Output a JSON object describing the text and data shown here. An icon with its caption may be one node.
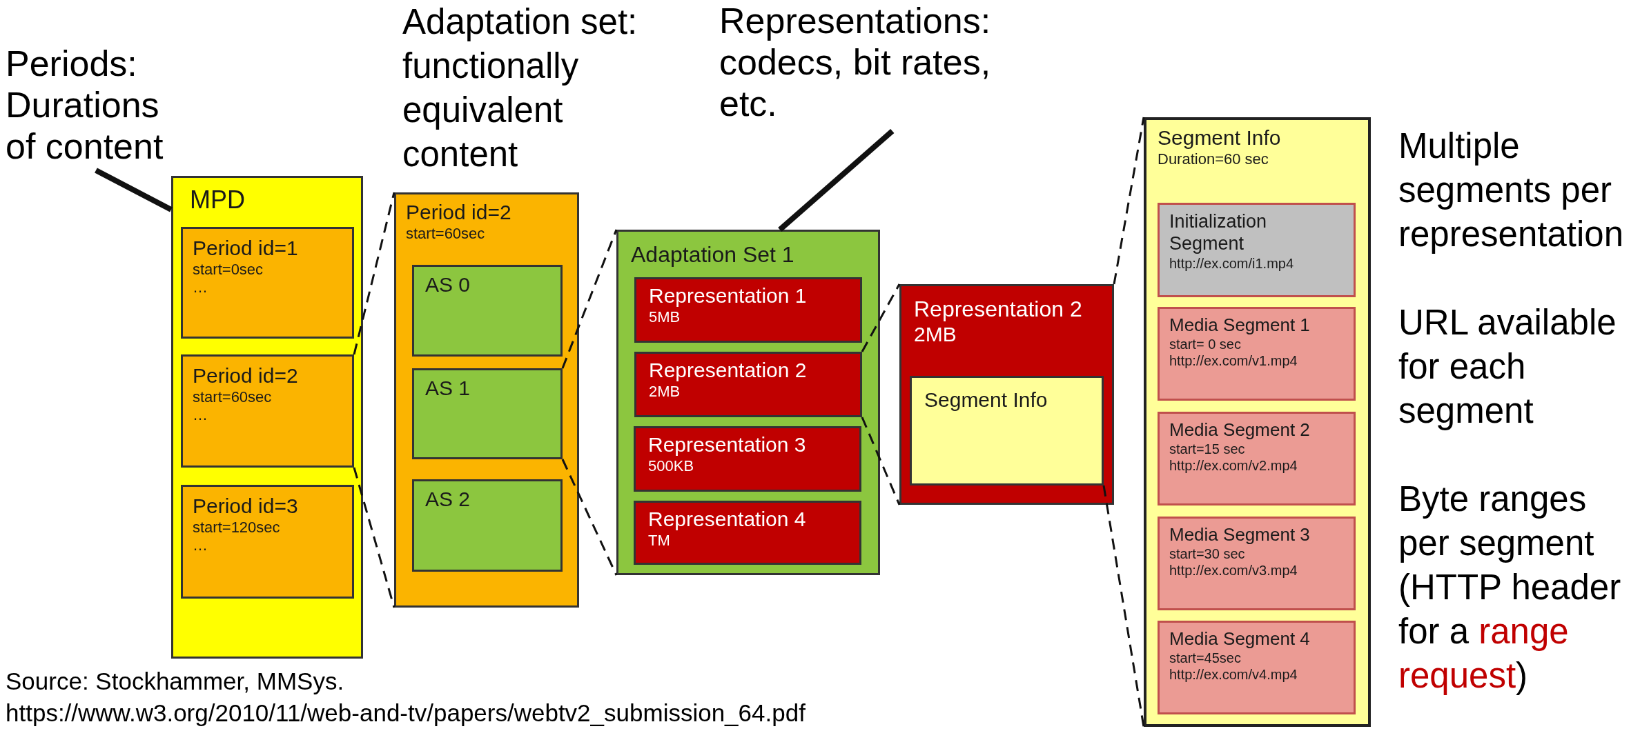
{
  "diagram": {
    "nodes": [
      {
        "text": [
          "Periods: Durations of content"
        ]
      },
      {
        "text": [
          "Representations: codecs, bit rates, etc."
        ]
      },
      {
        "text": [
          "MPD"
        ]
      },
      {
        "text": [
          "Period id=1",
          "start=0sec",
          "…"
        ],
        "in": 2
      },
      {
        "text": [
          "Period id=2",
          "start=60sec",
          "…"
        ],
        "in": 2
      },
      {
        "text": [
          "Period id=3",
          "start=120sec",
          "…"
        ],
        "in": 2
      },
      {
        "text": [
          "Period id=2",
          "start=60sec"
        ]
      },
      {
        "text": [
          "AS 0"
        ],
        "in": 6
      },
      {
        "text": [
          "AS 1"
        ],
        "in": 6
      },
      {
        "text": [
          "AS 2"
        ],
        "in": 6
      },
      {
        "text": [
          "Adaptation Set 1"
        ]
      },
      {
        "text": [
          "Representation 1",
          "5MB"
        ],
        "in": 10
      },
      {
        "text": [
          "Representation 2",
          "2MB"
        ],
        "in": 10
      },
      {
        "text": [
          "Representation 3",
          "500KB"
        ],
        "in": 10
      },
      {
        "text": [
          "Representation 4",
          "TM"
        ],
        "in": 10
      },
      {
        "text": [
          "Representation 2",
          "2MB"
        ]
      },
      {
        "text": [
          "Segment Info"
        ],
        "in": 15
      },
      {
        "text": [
          "Segment Info",
          "Duration=60 sec"
        ]
      },
      {
        "text": [
          "Initialization Segment",
          "http://ex.com/i1.mp4"
        ],
        "in": 17
      },
      {
        "text": [
          "Media Segment 1",
          "start= 0 sec",
          "http://ex.com/v1.mp4"
        ],
        "in": 17
      },
      {
        "text": [
          "Media Segment 2",
          "start=15 sec",
          "http://ex.com/v2.mp4"
        ],
        "in": 17
      },
      {
        "text": [
          "Media Segment 3",
          "start=30 sec",
          "http://ex.com/v3.mp4"
        ],
        "in": 17
      },
      {
        "text": [
          "Media Segment 4",
          "start=45sec",
          "http://ex.com/v4.mp4"
        ],
        "in": 17
      }
    ],
    "edges": [
      {
        "from": 0,
        "to": 2,
        "arrow": "none",
        "style": "thick"
      },
      {
        "from": 1,
        "to": 10,
        "arrow": "none",
        "style": "thick"
      },
      {
        "from": 4,
        "to": 6,
        "arrow": "none",
        "style": "dashed"
      },
      {
        "from": 4,
        "to": 6,
        "arrow": "none",
        "style": "dashed"
      },
      {
        "from": 8,
        "to": 10,
        "arrow": "none",
        "style": "dashed"
      },
      {
        "from": 8,
        "to": 10,
        "arrow": "none",
        "style": "dashed"
      },
      {
        "from": 12,
        "to": 15,
        "arrow": "none",
        "style": "dashed"
      },
      {
        "from": 12,
        "to": 15,
        "arrow": "none",
        "style": "dashed"
      },
      {
        "from": 15,
        "to": 17,
        "arrow": "none",
        "style": "dashed"
      },
      {
        "from": 16,
        "to": 17,
        "arrow": "none",
        "style": "dashed"
      }
    ],
    "labels": [
      "Adaptation set: functionally equivalent content",
      "Multiple segments per representation",
      "URL available for each segment",
      "Byte ranges per segment (HTTP header for a **range request**)",
      "Source: Stockhammer, MMSys.",
      "https://www.w3.org/2010/11/web-and-tv/papers/webtv2_submission_64.pdf"
    ]
  }
}
